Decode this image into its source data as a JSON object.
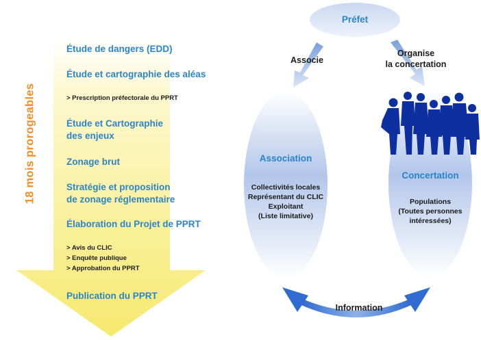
{
  "left_panel": {
    "duration_label": "18 mois prorogeables",
    "steps": {
      "edd": "Étude de dangers (EDD)",
      "aleas": "Étude et cartographie des aléas",
      "prescription": "> Prescription préfectorale du PPRT",
      "enjeux_line1": "Étude et Cartographie",
      "enjeux_line2": "des enjeux",
      "zonage_brut": "Zonage brut",
      "strategie_line1": "Stratégie et proposition",
      "strategie_line2": "de zonage réglementaire",
      "elaboration": "Élaboration du Projet de PPRT",
      "avis": "> Avis du CLIC",
      "enquete": "> Enquête publique",
      "approbation": "> Approbation du PPRT",
      "publication": "Publication du PPRT"
    }
  },
  "right_panel": {
    "prefet": "Préfet",
    "associe": "Associe",
    "organise_line1": "Organise",
    "organise_line2": "la concertation",
    "association": {
      "title": "Association",
      "members": [
        "Collectivités locales",
        "Représentant du CLIC",
        "Exploitant",
        "(Liste limitative)"
      ]
    },
    "concertation": {
      "title": "Concertation",
      "members": [
        "Populations",
        "(Toutes personnes",
        "intéressées)"
      ]
    },
    "information": "Information"
  },
  "colors": {
    "step_blue": "#2a84cc",
    "duration_orange": "#ef8f2a",
    "arrow_yellow": "#f7ec86",
    "ellipse_blue": "#b3c8ec",
    "silhouette_blue": "#0d2fa0"
  }
}
